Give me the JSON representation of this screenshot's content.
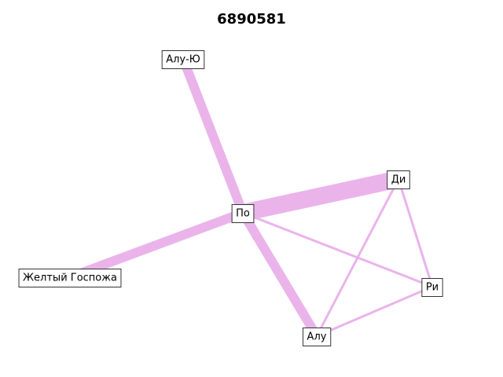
{
  "title": "6890581",
  "edge_color": "#e9b0ea",
  "nodes": [
    {
      "id": "alu_yu",
      "label": "Алу-Ю"
    },
    {
      "id": "po",
      "label": "По"
    },
    {
      "id": "di",
      "label": "Ди"
    },
    {
      "id": "zheltyi",
      "label": "Желтый Госпожа"
    },
    {
      "id": "ri",
      "label": "Ри"
    },
    {
      "id": "alu",
      "label": "Алу"
    }
  ],
  "edges": [
    {
      "source": "alu_yu",
      "target": "po",
      "weight": "heavy"
    },
    {
      "source": "po",
      "target": "di",
      "weight": "heaviest"
    },
    {
      "source": "po",
      "target": "zheltyi",
      "weight": "heavy"
    },
    {
      "source": "po",
      "target": "alu",
      "weight": "heavy"
    },
    {
      "source": "po",
      "target": "ri",
      "weight": "light"
    },
    {
      "source": "di",
      "target": "ri",
      "weight": "light"
    },
    {
      "source": "di",
      "target": "alu",
      "weight": "light"
    },
    {
      "source": "ri",
      "target": "alu",
      "weight": "light"
    }
  ]
}
